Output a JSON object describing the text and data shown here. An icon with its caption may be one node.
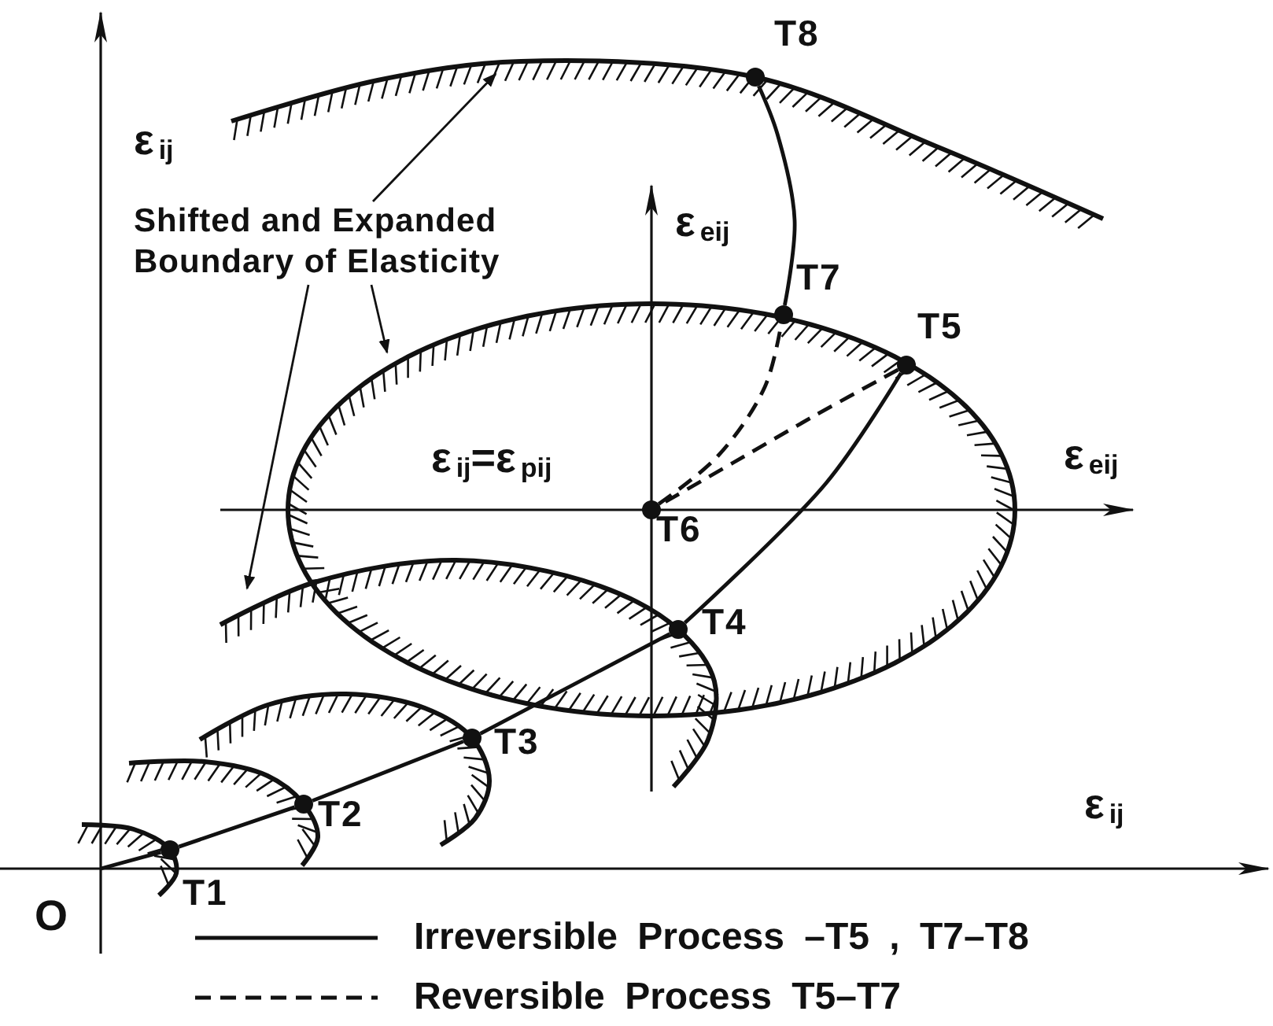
{
  "diagram": {
    "nodes": [
      {
        "text": [
          "Shifted and Expanded Boundary of Elasticity"
        ]
      },
      {
        "text": [
          "T1"
        ]
      },
      {
        "text": [
          "T2"
        ]
      },
      {
        "text": [
          "T3"
        ]
      },
      {
        "text": [
          "T4"
        ]
      },
      {
        "text": [
          "T5"
        ]
      },
      {
        "text": [
          "T6"
        ]
      },
      {
        "text": [
          "T7"
        ]
      },
      {
        "text": [
          "T8"
        ]
      }
    ],
    "edges": [
      {
        "from": 0,
        "to": null,
        "arrow": "to"
      },
      {
        "from": 0,
        "to": null,
        "arrow": "to"
      },
      {
        "from": 0,
        "to": null,
        "arrow": "to"
      },
      {
        "from": null,
        "to": 1,
        "arrow": "none"
      },
      {
        "from": 1,
        "to": 2,
        "arrow": "none"
      },
      {
        "from": 2,
        "to": 3,
        "arrow": "none"
      },
      {
        "from": 3,
        "to": 4,
        "arrow": "none"
      },
      {
        "from": 4,
        "to": 5,
        "arrow": "none"
      },
      {
        "from": 5,
        "to": 6,
        "arrow": "none",
        "style": "dashed"
      },
      {
        "from": 6,
        "to": 7,
        "arrow": "none",
        "style": "dashed"
      },
      {
        "from": 7,
        "to": 8,
        "arrow": "none"
      }
    ],
    "labels": [
      "ε$_{ij}$",
      "ε$_{eij}$",
      "ε$_{ij}$=ε$_{pij}$",
      "ε$_{eij}$",
      "ε$_{ij}$",
      "O"
    ],
    "legend": [
      {
        "text": "Irreversible Process –T5 , T7–T8"
      },
      {
        "text": "Reversible Process T5–T7"
      }
    ]
  }
}
